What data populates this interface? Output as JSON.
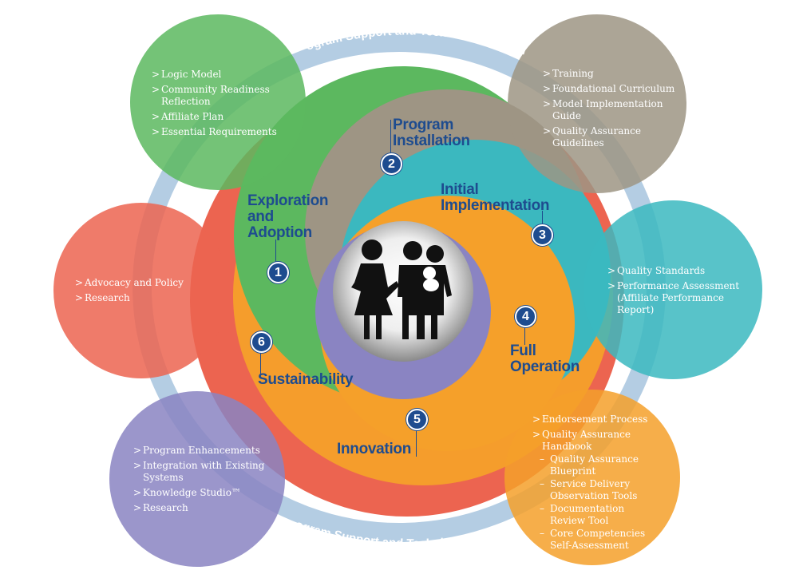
{
  "ring_label_top": "Program Support and Technical Assistance",
  "ring_label_bottom": "Program Support and Technical Assistance",
  "stages": [
    {
      "number": "1",
      "label": "Exploration\nand\nAdoption"
    },
    {
      "number": "2",
      "label": "Program\nInstallation"
    },
    {
      "number": "3",
      "label": "Initial\nImplementation"
    },
    {
      "number": "4",
      "label": "Full\nOperation"
    },
    {
      "number": "5",
      "label": "Innovation"
    },
    {
      "number": "6",
      "label": "Sustainability"
    }
  ],
  "bubbles": {
    "green": {
      "items": [
        "Logic Model",
        "Community Readiness Reflection",
        "Affiliate Plan",
        "Essential Requirements"
      ]
    },
    "gray": {
      "items": [
        "Training",
        "Foundational Curriculum",
        "Model Implementation Guide",
        "Quality Assurance Guidelines"
      ]
    },
    "red": {
      "items": [
        "Advocacy and Policy",
        "Research"
      ]
    },
    "teal": {
      "items": [
        "Quality Standards",
        "Performance Assessment (Affiliate Performance Report)"
      ]
    },
    "purple": {
      "items": [
        "Program Enhancements",
        "Integration with Existing Systems",
        "Knowledge Studio™",
        "Research"
      ]
    },
    "orange": {
      "items": [
        "Endorsement Process",
        "Quality Assurance Handbook"
      ],
      "subitems": [
        "Quality Assurance Blueprint",
        "Service Delivery Observation Tools",
        "Documentation Review Tool",
        "Core Competencies Self-Assessment"
      ]
    }
  },
  "colors": {
    "green": "#5cb85f",
    "gray": "#9e9584",
    "teal": "#3bb8bf",
    "orange": "#f5a02a",
    "purple": "#8a84c2",
    "red": "#ec6450",
    "ring": "#b4cde3",
    "navy": "#1e4c8f"
  }
}
